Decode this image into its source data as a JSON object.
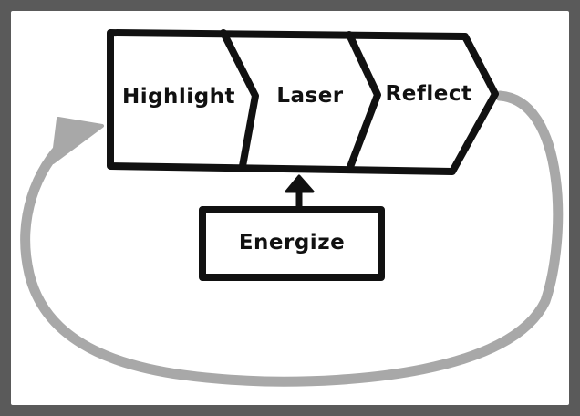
{
  "diagram": {
    "steps": [
      {
        "label": "Highlight"
      },
      {
        "label": "Laser"
      },
      {
        "label": "Reflect"
      }
    ],
    "input": {
      "label": "Energize"
    }
  },
  "colors": {
    "ink": "#111111",
    "loop_arrow": "#a8a8a8",
    "background": "#ffffff",
    "frame": "#5a5a5a"
  }
}
